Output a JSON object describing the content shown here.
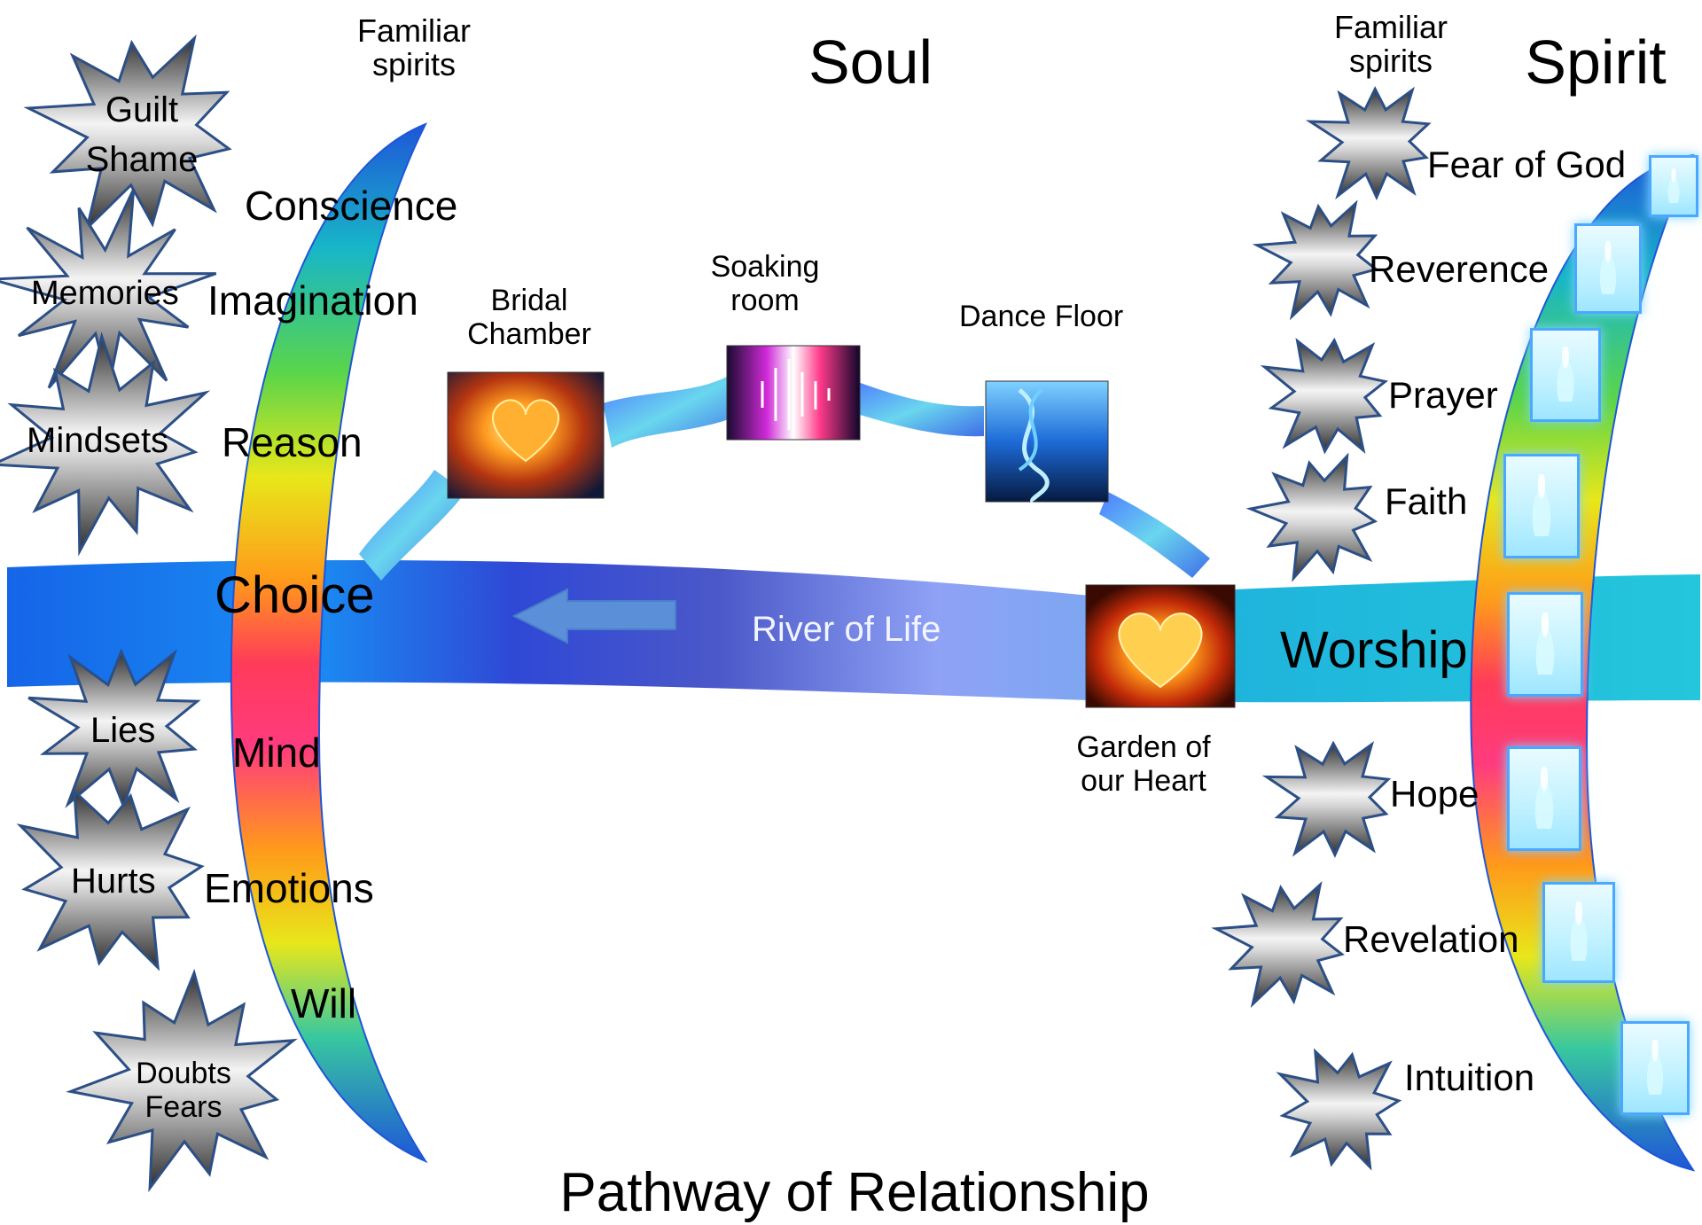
{
  "header": {
    "soul": "Soul",
    "spirit": "Spirit",
    "familiar_left": "Familiar spirits",
    "familiar_right": "Familiar spirits"
  },
  "left_stars": [
    {
      "label": "Guilt Shame"
    },
    {
      "label": "Memories"
    },
    {
      "label": "Mindsets"
    },
    {
      "label": "Lies"
    },
    {
      "label": "Hurts"
    },
    {
      "label": "Doubts Fears"
    }
  ],
  "soul_faculties": [
    "Conscience",
    "Imagination",
    "Reason",
    "Choice",
    "Mind",
    "Emotions",
    "Will"
  ],
  "rooms": {
    "bridal": "Bridal Chamber",
    "soaking": "Soaking room",
    "dance": "Dance Floor",
    "garden": "Garden of our Heart"
  },
  "river": {
    "label": "River of Life",
    "direction": "left"
  },
  "worship": "Worship",
  "spirit_virtues": [
    "Fear of God",
    "Reverence",
    "Prayer",
    "Faith",
    "Hope",
    "Revelation",
    "Intuition"
  ],
  "footer": {
    "title": "Pathway of Relationship"
  },
  "colors": {
    "river_start": "#1565e8",
    "river_mid": "#8fa2f5",
    "river_end": "#1fc4dc",
    "door_border": "#4aa9ff"
  },
  "icons": [
    "burst-star-icon",
    "door-figure-icon",
    "arrow-left-icon"
  ]
}
